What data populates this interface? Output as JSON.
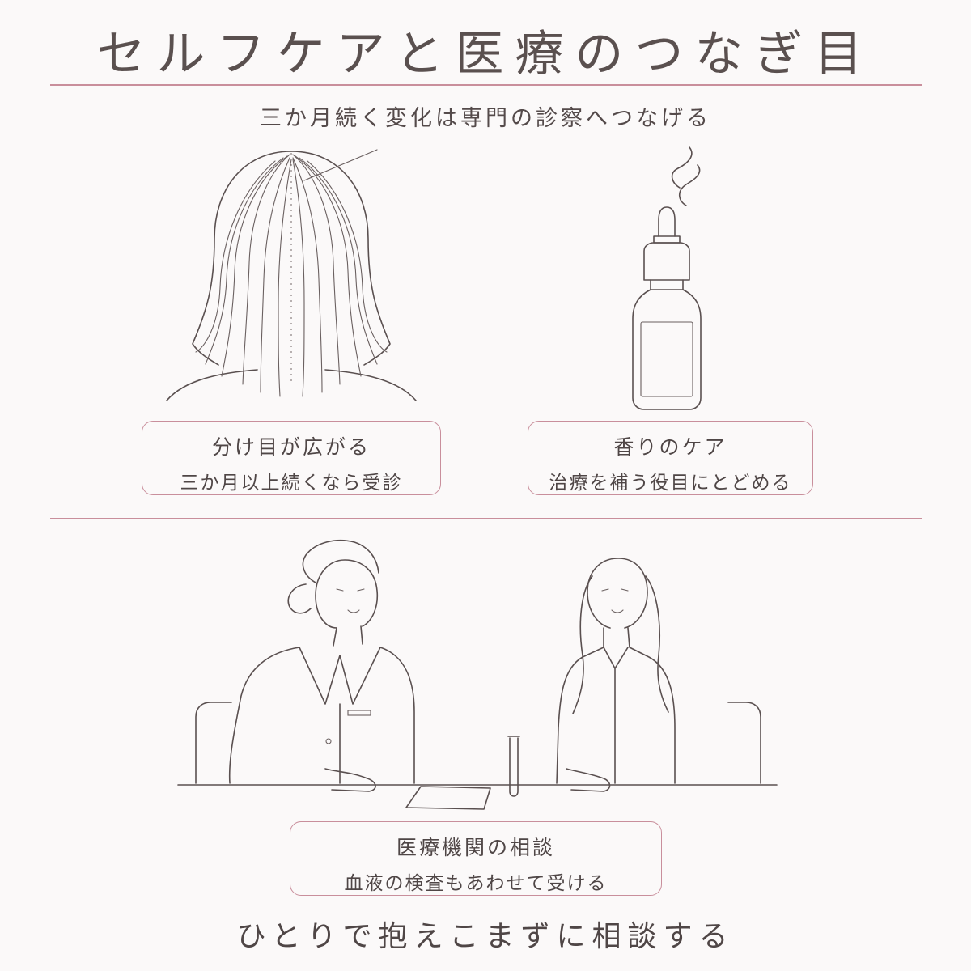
{
  "title": "セルフケアと医療のつなぎ目",
  "subtitle": "三か月続く変化は専門の診察へつなげる",
  "cards": {
    "hair": {
      "line1": "分け目が広がる",
      "line2": "三か月以上続くなら受診"
    },
    "aroma": {
      "line1": "香りのケア",
      "line2": "治療を補う役目にとどめる"
    },
    "consult": {
      "line1": "医療機関の相談",
      "line2": "血液の検査もあわせて受ける"
    }
  },
  "footer": "ひとりで抱えこまずに相談する",
  "colors": {
    "accent": "#c98f9c",
    "ink": "#4f4646",
    "background": "#fbf9f9"
  },
  "icons": {
    "hair": "hair-back-view-icon",
    "bottle": "dropper-bottle-icon",
    "consultation": "doctor-patient-consultation-icon"
  }
}
